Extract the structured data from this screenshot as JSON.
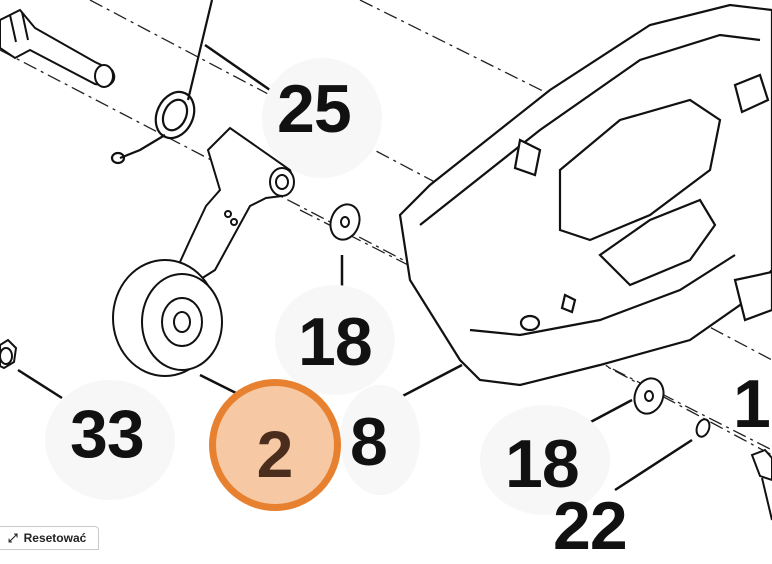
{
  "callouts": {
    "c25": "25",
    "c18_upper": "18",
    "c33": "33",
    "c2": "2",
    "c8": "8",
    "c18_lower": "18",
    "c22": "22",
    "c1": "1"
  },
  "toolbar": {
    "reset_label": "Resetować",
    "reset_icon": "expand-arrows-icon"
  },
  "colors": {
    "highlight_fill": "#f6c8a4",
    "highlight_ring": "#e8812f",
    "line": "#111111"
  }
}
